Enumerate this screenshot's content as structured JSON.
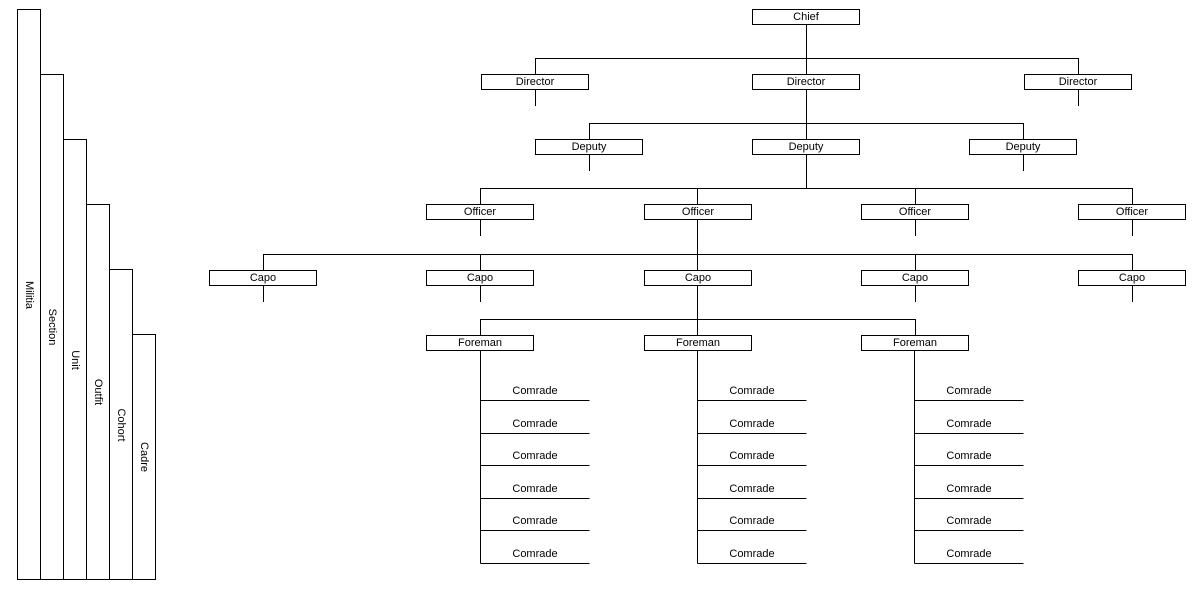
{
  "levels": [
    "Militia",
    "Section",
    "Unit",
    "Outfit",
    "Cohort",
    "Cadre"
  ],
  "chart": {
    "chief": "Chief",
    "directors": [
      "Director",
      "Director",
      "Director"
    ],
    "deputies": [
      "Deputy",
      "Deputy",
      "Deputy"
    ],
    "officers": [
      "Officer",
      "Officer",
      "Officer",
      "Officer"
    ],
    "capos": [
      "Capo",
      "Capo",
      "Capo",
      "Capo",
      "Capo"
    ],
    "foremen": [
      "Foreman",
      "Foreman",
      "Foreman"
    ],
    "comrades": [
      [
        "Comrade",
        "Comrade",
        "Comrade",
        "Comrade",
        "Comrade",
        "Comrade"
      ],
      [
        "Comrade",
        "Comrade",
        "Comrade",
        "Comrade",
        "Comrade",
        "Comrade"
      ],
      [
        "Comrade",
        "Comrade",
        "Comrade",
        "Comrade",
        "Comrade",
        "Comrade"
      ]
    ]
  },
  "colors": {
    "line": "#000000",
    "background": "#ffffff"
  }
}
